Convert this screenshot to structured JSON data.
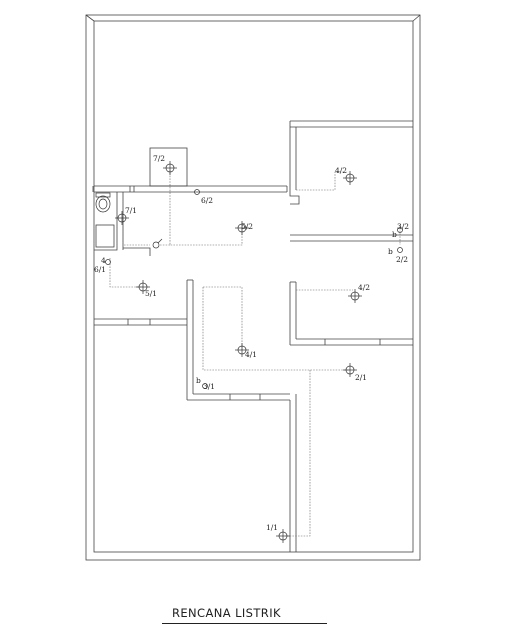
{
  "title": "RENCANA LISTRIK",
  "circuit_labels": {
    "l_7_2": "7/2",
    "l_6_2": "6/2",
    "l_7_1": "7/1",
    "l_6_1": "6/1",
    "l_4": "4",
    "l_5_2": "5/2",
    "l_5_1": "5/1",
    "l_4_2a": "4/2",
    "l_3_2": "3/2",
    "l_2_2": "2/2",
    "l_b1": "b",
    "l_b2": "b",
    "l_4_2b": "4/2",
    "l_4_1": "4/1",
    "l_3_1": "3/1",
    "l_b3": "b",
    "l_2_1": "2/1",
    "l_1_1": "1/1"
  }
}
